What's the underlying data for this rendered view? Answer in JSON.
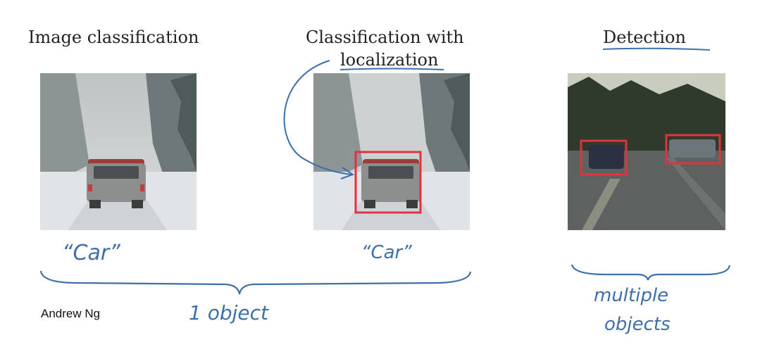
{
  "titles": {
    "image_classification": "Image classification",
    "localization_line1": "Classification with",
    "localization_line2": "localization",
    "detection": "Detection"
  },
  "annotations": {
    "car_label_1": "“Car”",
    "car_label_2": "“Car”",
    "one_object": "1 object",
    "multiple_line1": "multiple",
    "multiple_line2": "objects"
  },
  "credit": "Andrew Ng",
  "colors": {
    "ink": "#3e6fa8",
    "box": "#e0333c",
    "title": "#222222"
  }
}
